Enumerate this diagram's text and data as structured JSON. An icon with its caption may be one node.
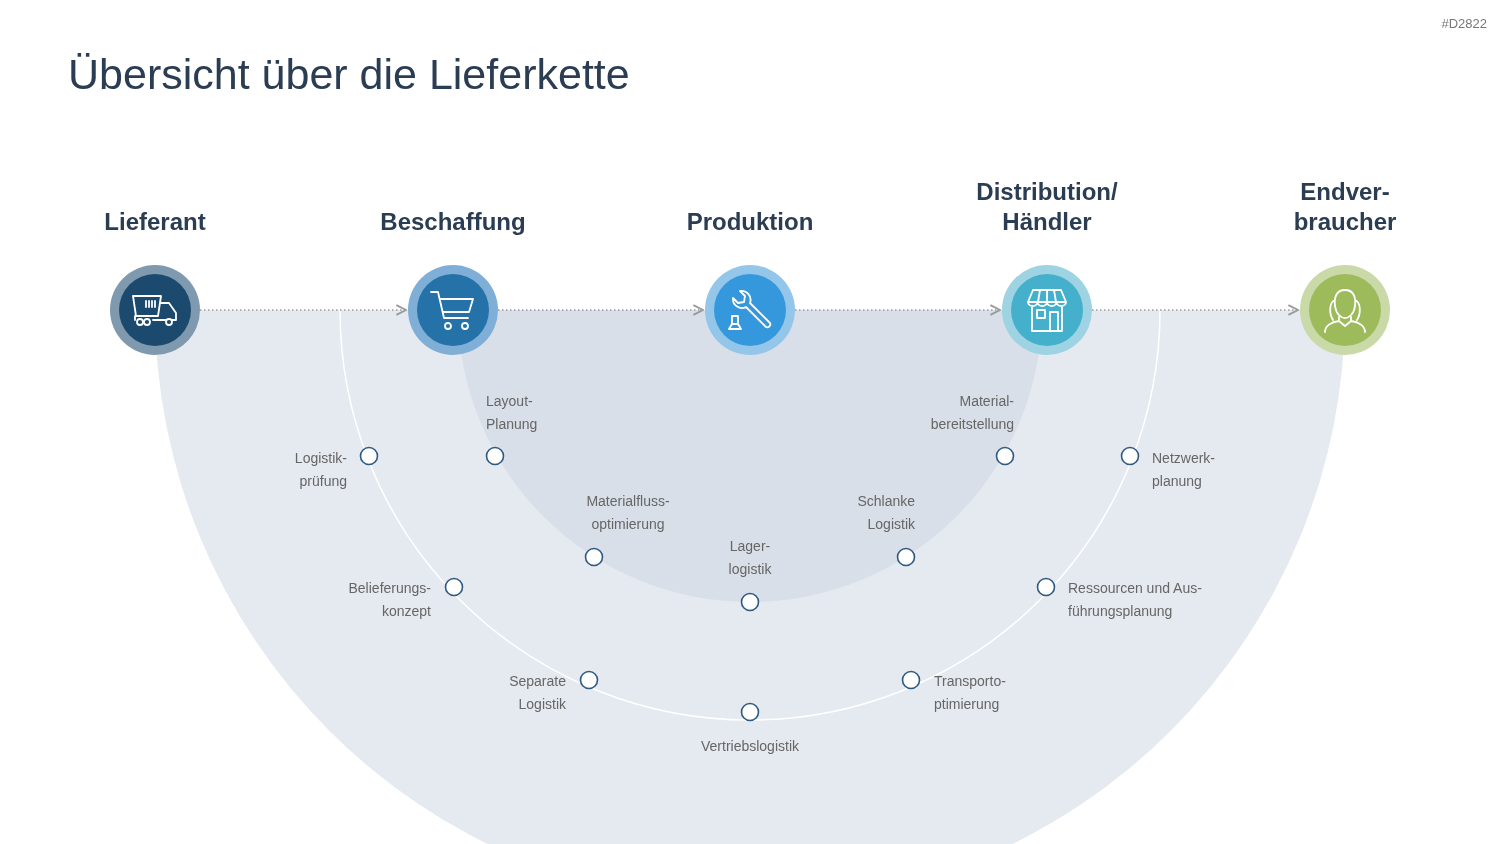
{
  "diagram": {
    "title": "Übersicht über die Lieferkette",
    "nodes": [
      {
        "text": [
          "Lieferant"
        ]
      },
      {
        "text": [
          "Beschaffung"
        ]
      },
      {
        "text": [
          "Produktion"
        ]
      },
      {
        "text": [
          "Distribution/ Händler"
        ]
      },
      {
        "text": [
          "Endver- braucher"
        ]
      }
    ],
    "edges": [
      {
        "from": 0,
        "to": 1,
        "arrow": "to",
        "style": "dashed"
      },
      {
        "from": 1,
        "to": 2,
        "arrow": "to",
        "style": "dashed"
      },
      {
        "from": 2,
        "to": 3,
        "arrow": "to",
        "style": "dashed"
      },
      {
        "from": 3,
        "to": 4,
        "arrow": "to",
        "style": "dashed"
      }
    ],
    "labels": [
      "#D2822",
      "Layout- Planung",
      "Material- bereitstellung",
      "Logistik- prüfung",
      "Netzwerk- planung",
      "Materialfluss- optimierung",
      "Schlanke Logistik",
      "Lager- logistik",
      "Belieferungs- konzept",
      "Ressourcen und Aus- führungsplanung",
      "Separate Logistik",
      "Transporto- ptimierung",
      "Vertriebslogistik"
    ]
  }
}
